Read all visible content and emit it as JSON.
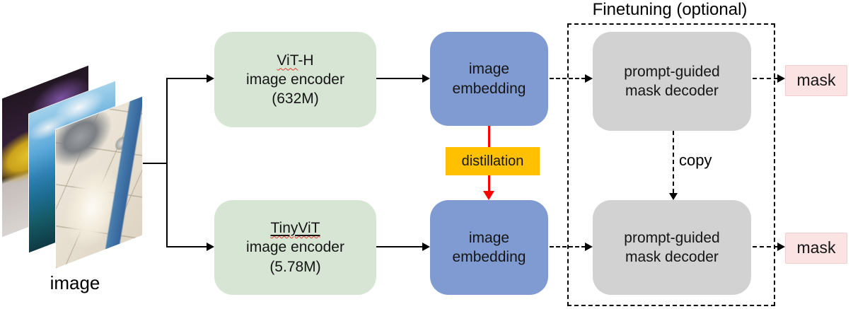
{
  "image_stack": {
    "label": "image",
    "photos": [
      "car-showroom-photo",
      "glass-building-sky-photo",
      "dog-feeding-floor-photo"
    ]
  },
  "finetuning": {
    "title": "Finetuning (optional)"
  },
  "encoder_top": {
    "name": "ViT",
    "name_suffix": "-H",
    "line2": "image encoder",
    "line3": "(632M)"
  },
  "encoder_bottom": {
    "name": "TinyViT",
    "line2": "image encoder",
    "line3": "(5.78M)"
  },
  "embedding_top": {
    "line1": "image",
    "line2": "embedding"
  },
  "embedding_bottom": {
    "line1": "image",
    "line2": "embedding"
  },
  "distillation": {
    "label": "distillation"
  },
  "copy": {
    "label": "copy"
  },
  "decoder_top": {
    "line1": "prompt-guided",
    "line2": "mask decoder"
  },
  "decoder_bottom": {
    "line1": "prompt-guided",
    "line2": "mask decoder"
  },
  "mask_top": {
    "label": "mask"
  },
  "mask_bottom": {
    "label": "mask"
  },
  "colors": {
    "encoder_fill": "#d7e6d4",
    "embedding_fill": "#7f9bd1",
    "decoder_fill": "#d2d2d2",
    "distillation_fill": "#ffc000",
    "mask_fill": "#fbe3e4",
    "mask_border": "#f0cdce",
    "arrow_black": "#000000",
    "distill_arrow_red": "#fe0000",
    "squiggle_red": "#e23b2e"
  }
}
